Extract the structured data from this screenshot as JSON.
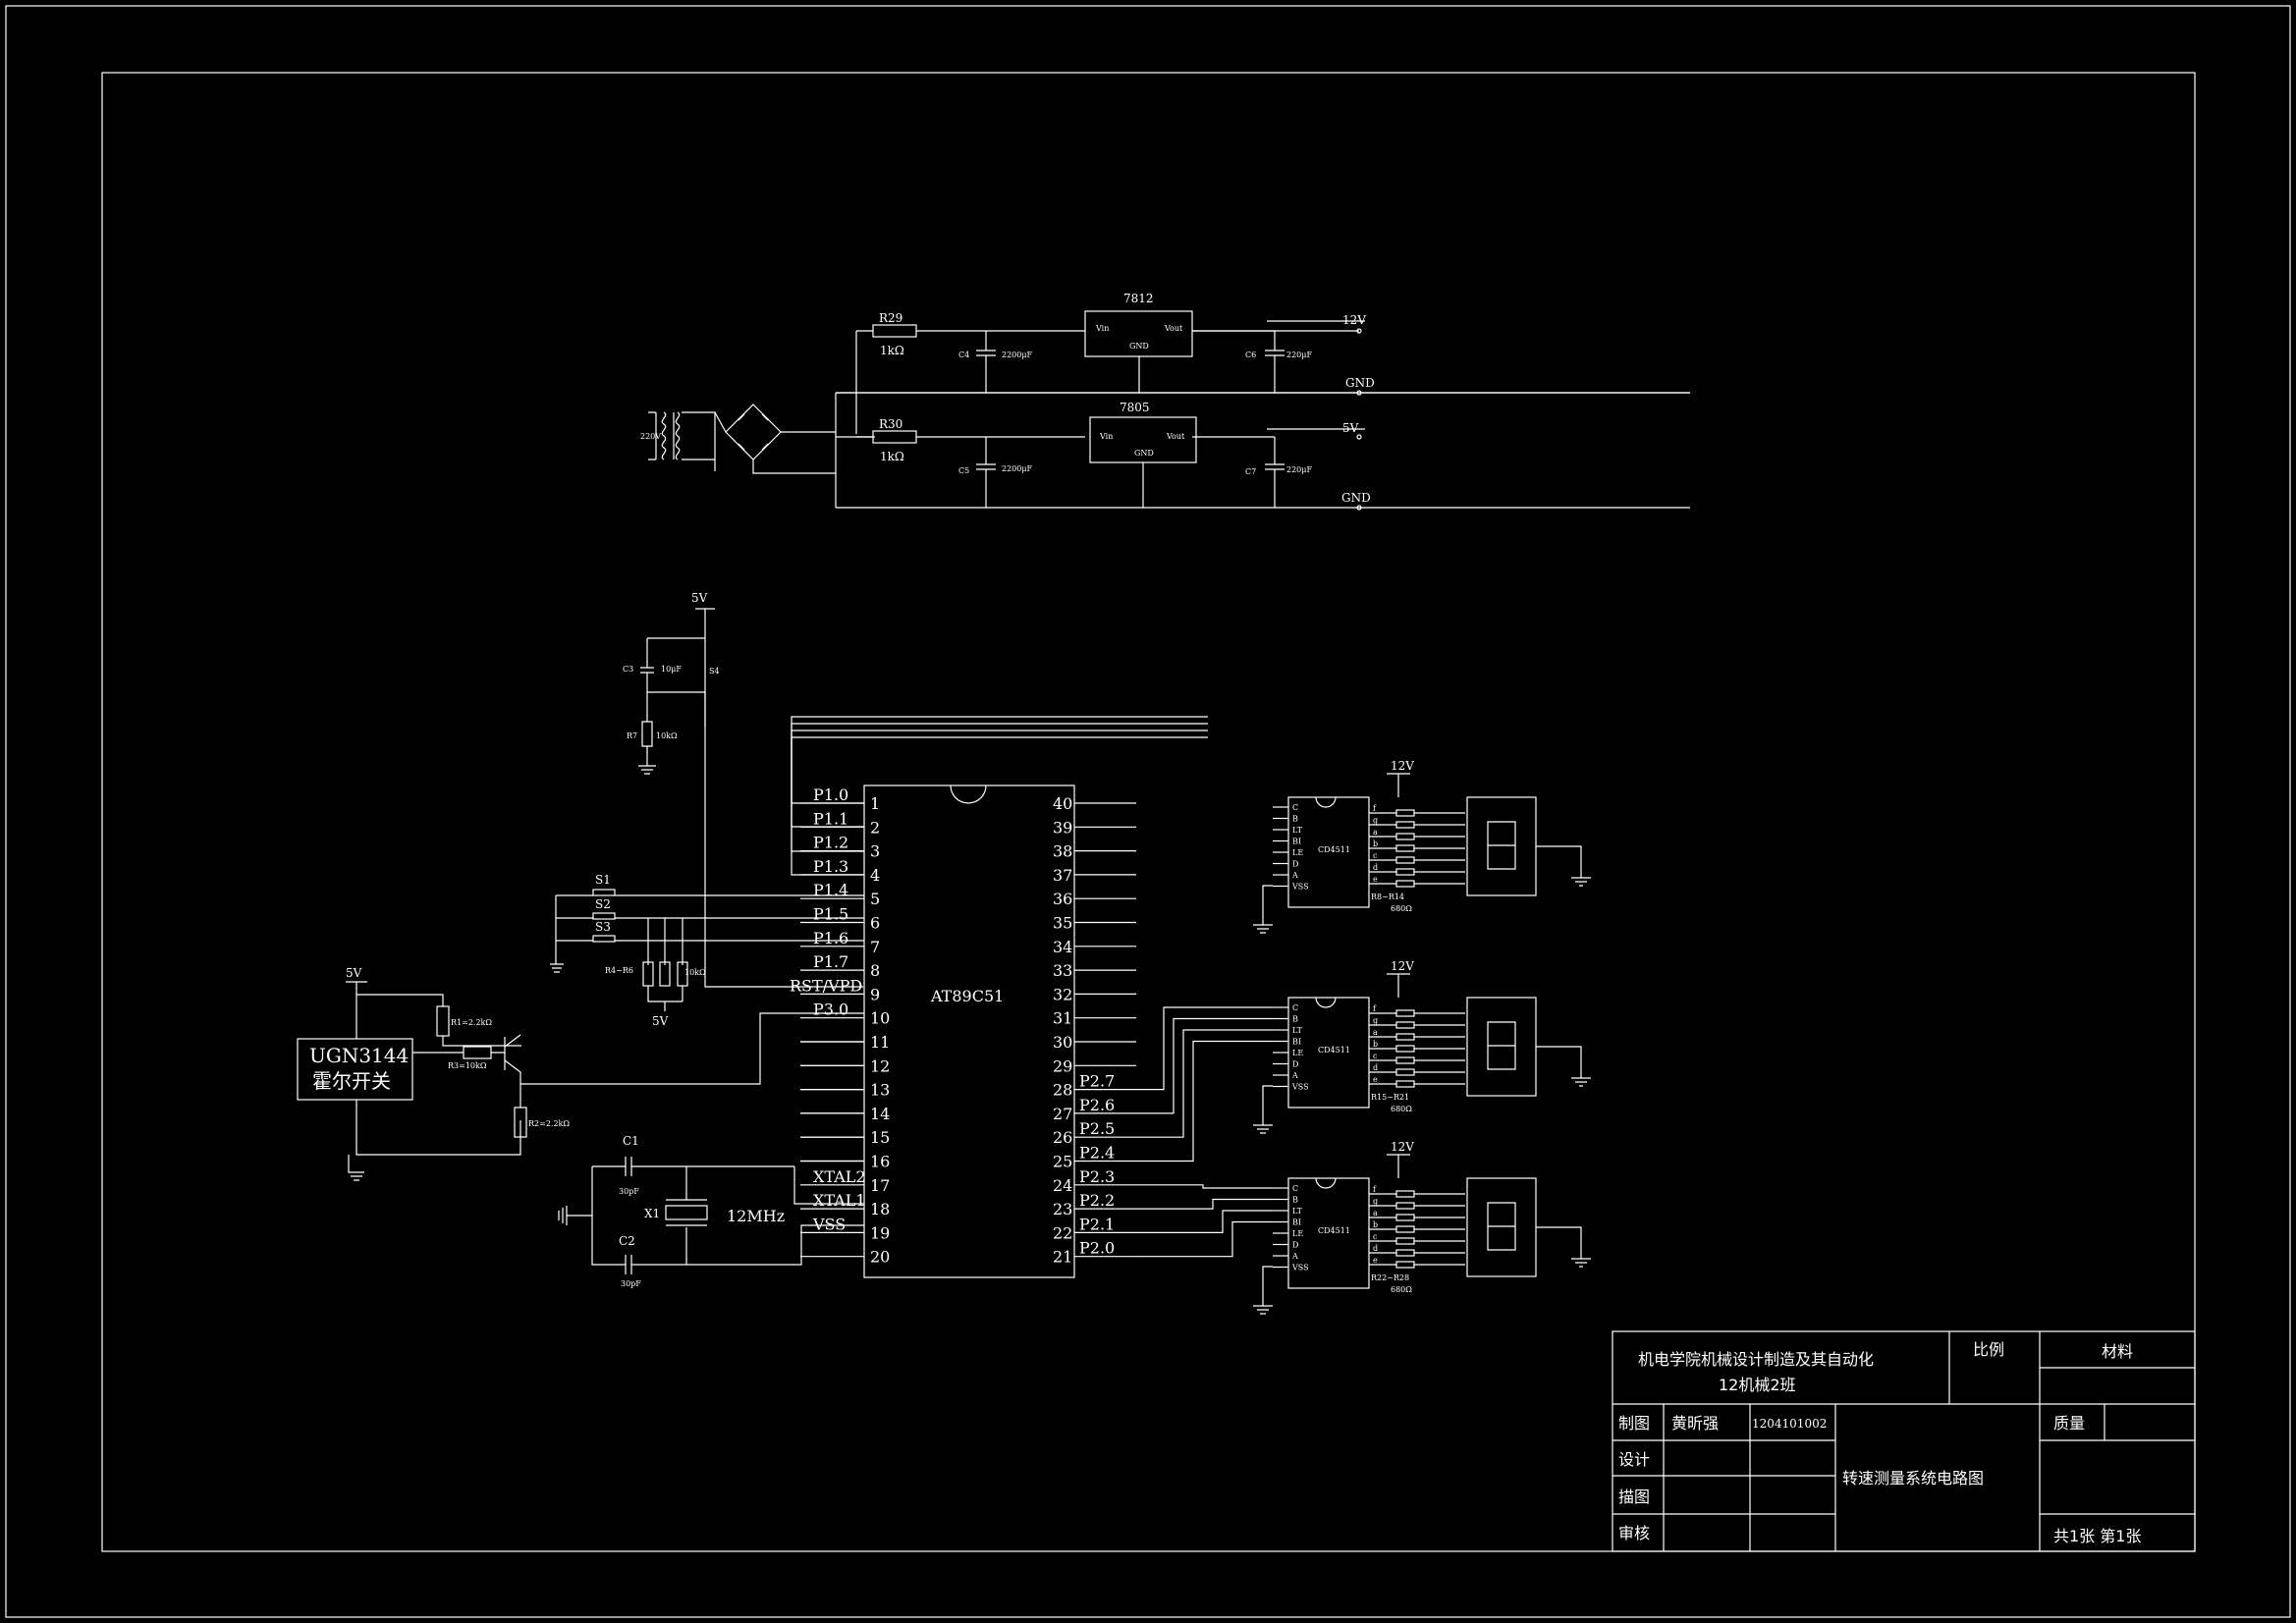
{
  "power": {
    "label_220v": "220V",
    "reg12": {
      "name": "7812",
      "vin": "Vin",
      "vout": "Vout",
      "gnd": "GND"
    },
    "reg5": {
      "name": "7805",
      "vin": "Vin",
      "vout": "Vout",
      "gnd": "GND"
    },
    "r29": "R29",
    "r29_val": "1kΩ",
    "r30": "R30",
    "r30_val": "1kΩ",
    "c4": "C4",
    "c4_val": "2200μF",
    "c5": "C5",
    "c5_val": "2200μF",
    "c6": "C6",
    "c6_val": "220μF",
    "c7": "C7",
    "c7_val": "220μF",
    "out12": "12V",
    "gnd1": "GND",
    "out5": "5V",
    "gnd2": "GND"
  },
  "reset": {
    "v5": "5V",
    "c3": "C3",
    "c3_val": "10μF",
    "s4": "S4",
    "r7": "R7",
    "r7_val": "10kΩ"
  },
  "mcu": {
    "name": "AT89C51",
    "left_labels": [
      "P1.0",
      "P1.1",
      "P1.2",
      "P1.3",
      "P1.4",
      "P1.5",
      "P1.6",
      "P1.7",
      "RST/VPD",
      "P3.0",
      "",
      "",
      "",
      "",
      "",
      "",
      "XTAL2",
      "XTAL1",
      "VSS"
    ],
    "left_pins": [
      "1",
      "2",
      "3",
      "4",
      "5",
      "6",
      "7",
      "8",
      "9",
      "10",
      "11",
      "12",
      "13",
      "14",
      "15",
      "16",
      "17",
      "18",
      "19",
      "20"
    ],
    "vss_label": "VSS",
    "right_pins": [
      "40",
      "39",
      "38",
      "37",
      "36",
      "35",
      "34",
      "33",
      "32",
      "31",
      "30",
      "29",
      "28",
      "27",
      "26",
      "25",
      "24",
      "23",
      "22",
      "21"
    ],
    "right_labels": [
      "P2.7",
      "P2.6",
      "P2.5",
      "P2.4",
      "P2.3",
      "P2.2",
      "P2.1",
      "P2.0"
    ]
  },
  "switches": {
    "s1": "S1",
    "s2": "S2",
    "s3": "S3",
    "r4r6": "R4~R6",
    "r_val": "10kΩ",
    "v5": "5V"
  },
  "hall": {
    "v5": "5V",
    "chip": "UGN3144",
    "chip_cn": "霍尔开关",
    "r1": "R1=2.2kΩ",
    "r3": "R3=10kΩ",
    "r2": "R2=2.2kΩ"
  },
  "crystal": {
    "c1": "C1",
    "c1_val": "30pF",
    "c2": "C2",
    "c2_val": "30pF",
    "x1": "X1",
    "freq": "12MHz"
  },
  "displays": [
    {
      "v12": "12V",
      "chip": "CD4511",
      "res": "R8~R14",
      "res_val": "680Ω"
    },
    {
      "v12": "12V",
      "chip": "CD4511",
      "res": "R15~R21",
      "res_val": "680Ω"
    },
    {
      "v12": "12V",
      "chip": "CD4511",
      "res": "R22~R28",
      "res_val": "680Ω"
    }
  ],
  "decoder_pins_left": [
    "C",
    "B",
    "LT",
    "BI",
    "LE",
    "D",
    "A",
    "VSS"
  ],
  "decoder_pins_right": [
    "f",
    "g",
    "a",
    "b",
    "c",
    "d",
    "e"
  ],
  "title_block": {
    "school": "机电学院机械设计制造及其自动化",
    "class": "12机械2班",
    "scale": "比例",
    "material": "材料",
    "drawn": "制图",
    "drawer": "黄昕强",
    "student_id": "1204101002",
    "design": "设计",
    "trace": "描图",
    "review": "审核",
    "drawing_title": "转速测量系统电路图",
    "mass": "质量",
    "sheets": "共1张  第1张"
  }
}
